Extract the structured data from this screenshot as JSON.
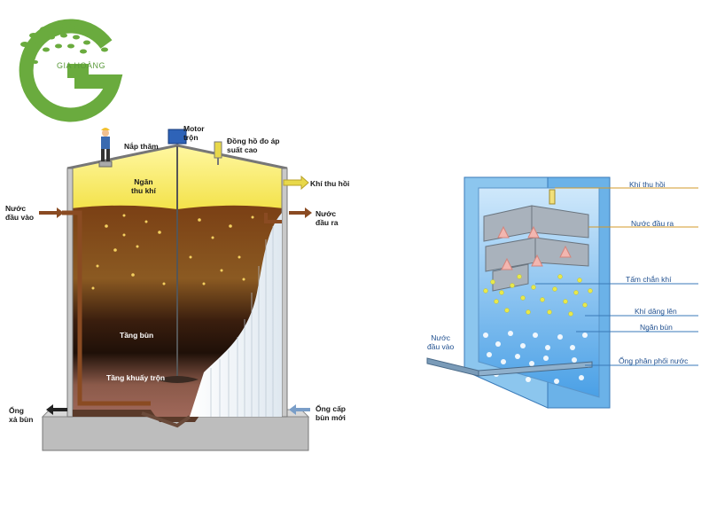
{
  "brand": {
    "name": "GIA HOÀNG",
    "color": "#6aab3e"
  },
  "left_diagram": {
    "labels": {
      "nap_tham": "Nắp thăm",
      "motor": "Motor\ntrộn",
      "dong_ho": "Đồng hồ đo áp\nsuất cao",
      "ngan_thu_khi": "Ngăn\nthu khí",
      "khi_thu_hoi": "Khí thu hồi",
      "nuoc_dau_vao": "Nước\nđầu vào",
      "nuoc_dau_ra": "Nước\nđầu ra",
      "tang_bun": "Tầng bùn",
      "tang_khuay_tron": "Tầng khuấy trộn",
      "ong_xa_bun": "Ống\nxả bùn",
      "ong_cap_bun_moi": "Ống cấp\nbùn mới"
    }
  },
  "right_diagram": {
    "labels": {
      "khi_thu_hoi": "Khí thu hồi",
      "nuoc_dau_ra": "Nước đầu ra",
      "tam_chan_khi": "Tấm chắn khí",
      "khi_dang_len": "Khí dâng lên",
      "ngan_bun": "Ngăn bùn",
      "ong_phan_phoi_nuoc": "Ống phân phối nước",
      "nuoc_dau_vao": "Nước\nđầu vào"
    }
  }
}
